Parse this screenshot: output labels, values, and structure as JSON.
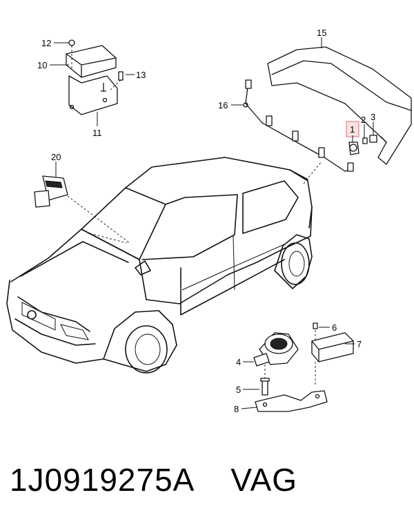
{
  "callouts": {
    "c1": "1",
    "c2": "2",
    "c3": "3",
    "c4": "4",
    "c5": "5",
    "c6": "6",
    "c7": "7",
    "c8": "8",
    "c10": "10",
    "c11": "11",
    "c12": "12",
    "c13": "13",
    "c15": "15",
    "c16": "16",
    "c20": "20"
  },
  "footer": {
    "part_number": "1J0919275A",
    "brand": "VAG"
  },
  "highlight_color": "#fbe3e3"
}
